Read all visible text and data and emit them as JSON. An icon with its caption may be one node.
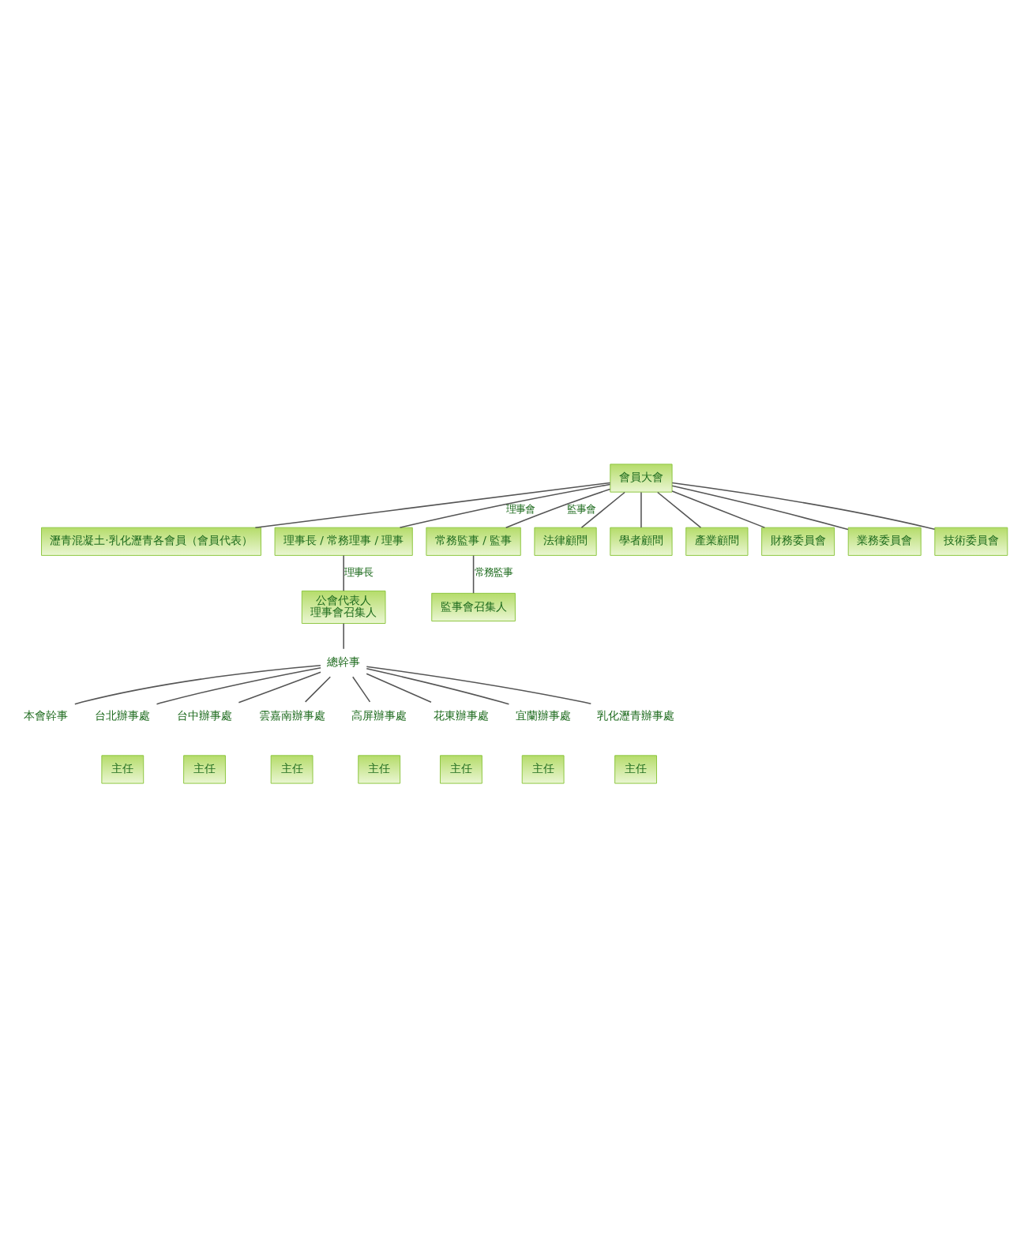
{
  "diagram": {
    "nodes": [
      {
        "text": [
          "會員大會"
        ]
      },
      {
        "text": [
          "瀝青混凝土‧乳化瀝青各會員（會員代表）"
        ]
      },
      {
        "text": [
          "理事長 / 常務理事 / 理事"
        ]
      },
      {
        "text": [
          "常務監事 / 監事"
        ]
      },
      {
        "text": [
          "法律顧問"
        ]
      },
      {
        "text": [
          "學者顧問"
        ]
      },
      {
        "text": [
          "產業顧問"
        ]
      },
      {
        "text": [
          "公會代表人",
          "理事會召集人"
        ]
      },
      {
        "text": [
          "財務委員會"
        ]
      },
      {
        "text": [
          "業務委員會"
        ]
      },
      {
        "text": [
          "技術委員會"
        ]
      },
      {
        "text": [
          "監事會召集人"
        ]
      },
      {
        "text": [
          "總幹事"
        ]
      },
      {
        "text": [
          "本會幹事"
        ]
      },
      {
        "text": [
          "台北辦事處"
        ]
      },
      {
        "text": [
          "台中辦事處"
        ]
      },
      {
        "text": [
          "雲嘉南辦事處"
        ]
      },
      {
        "text": [
          "高屏辦事處"
        ]
      },
      {
        "text": [
          "花東辦事處"
        ]
      },
      {
        "text": [
          "宜蘭辦事處"
        ]
      },
      {
        "text": [
          "乳化瀝青辦事處"
        ]
      },
      {
        "text": [
          "主任"
        ]
      },
      {
        "text": [
          "主任"
        ]
      },
      {
        "text": [
          "主任"
        ]
      },
      {
        "text": [
          "主任"
        ]
      },
      {
        "text": [
          "主任"
        ]
      },
      {
        "text": [
          "主任"
        ]
      },
      {
        "text": [
          "主任"
        ]
      }
    ],
    "edges": [
      {
        "from": 0,
        "to": 1,
        "arrow": "none"
      },
      {
        "from": 0,
        "to": 4,
        "arrow": "none"
      },
      {
        "from": 0,
        "to": 5,
        "arrow": "none"
      },
      {
        "from": 0,
        "to": 6,
        "arrow": "none"
      },
      {
        "from": 0,
        "to": 2,
        "arrow": "none",
        "label": "理事會"
      },
      {
        "from": 0,
        "to": 8,
        "arrow": "none"
      },
      {
        "from": 0,
        "to": 9,
        "arrow": "none"
      },
      {
        "from": 0,
        "to": 10,
        "arrow": "none"
      },
      {
        "from": 0,
        "to": 3,
        "arrow": "none",
        "label": "監事會"
      },
      {
        "from": 2,
        "to": 7,
        "arrow": "none",
        "label": "理事長"
      },
      {
        "from": 3,
        "to": 11,
        "arrow": "none",
        "label": "常務監事"
      },
      {
        "from": 7,
        "to": 12,
        "arrow": "none"
      },
      {
        "from": 12,
        "to": 13,
        "arrow": "none"
      },
      {
        "from": 12,
        "to": 14,
        "arrow": "none"
      },
      {
        "from": 12,
        "to": 15,
        "arrow": "none"
      },
      {
        "from": 12,
        "to": 16,
        "arrow": "none"
      },
      {
        "from": 12,
        "to": 17,
        "arrow": "none"
      },
      {
        "from": 12,
        "to": 18,
        "arrow": "none"
      },
      {
        "from": 12,
        "to": 19,
        "arrow": "none"
      },
      {
        "from": 12,
        "to": 20,
        "arrow": "none"
      }
    ]
  }
}
